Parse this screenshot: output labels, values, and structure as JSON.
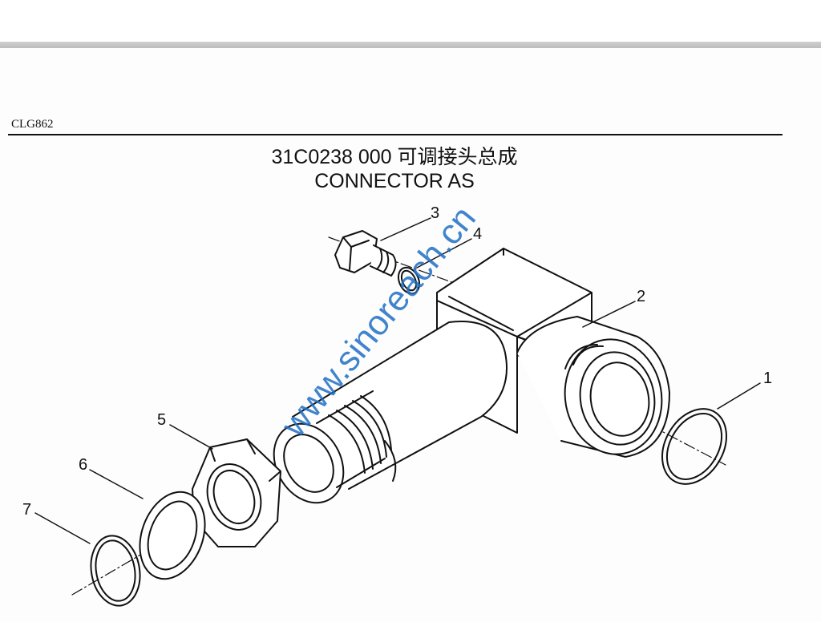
{
  "header": {
    "model": "CLG862",
    "title_cn": "31C0238 000  可调接头总成",
    "title_en": "CONNECTOR AS"
  },
  "diagram": {
    "callouts": [
      "1",
      "2",
      "3",
      "4",
      "5",
      "6",
      "7"
    ],
    "parts": [
      {
        "number": "1",
        "part": "o-ring-large"
      },
      {
        "number": "2",
        "part": "elbow-connector-body"
      },
      {
        "number": "3",
        "part": "bolt"
      },
      {
        "number": "4",
        "part": "o-ring-small"
      },
      {
        "number": "5",
        "part": "hex-nut"
      },
      {
        "number": "6",
        "part": "washer"
      },
      {
        "number": "7",
        "part": "o-ring"
      }
    ]
  },
  "watermark": {
    "text": "www.sinoreach.cn",
    "color": "#1f6fc4"
  }
}
